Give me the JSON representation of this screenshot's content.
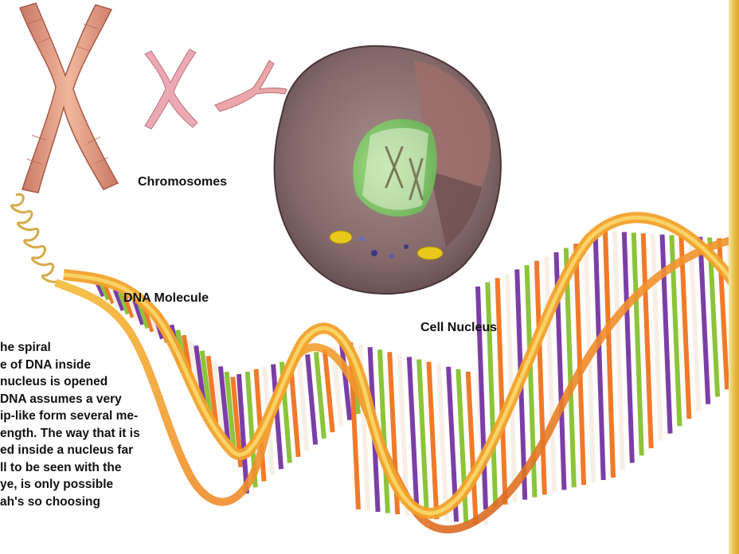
{
  "labels": {
    "chromosomes": "Chromosomes",
    "dna_molecule": "DNA Molecule",
    "cell_nucleus": "Cell Nucleus"
  },
  "caption_lines": [
    "he spiral",
    "e of DNA inside",
    "nucleus is opened",
    "DNA assumes a very",
    "ip-like form several me-",
    "ength. The way that it is",
    "ed inside a nucleus far",
    "ll to be seen with the",
    "ye, is only possible",
    "ah's so choosing"
  ],
  "colors": {
    "chromosome": "#e9a489",
    "nucleus": "#8a6e6a",
    "inner_core": "#8fd27a",
    "helix_backbone": "#f08a2a",
    "rung_purple": "#7b3ea6",
    "rung_green": "#8cc43a",
    "rung_orange": "#f07a2a",
    "rung_white": "#f7efe6",
    "spring": "#d8b25a"
  },
  "icons": [
    "chromosome-large-illustration",
    "chromosome-medium-illustration",
    "chromosome-small-illustration",
    "cell-nucleus-illustration",
    "dna-double-helix-illustration"
  ]
}
